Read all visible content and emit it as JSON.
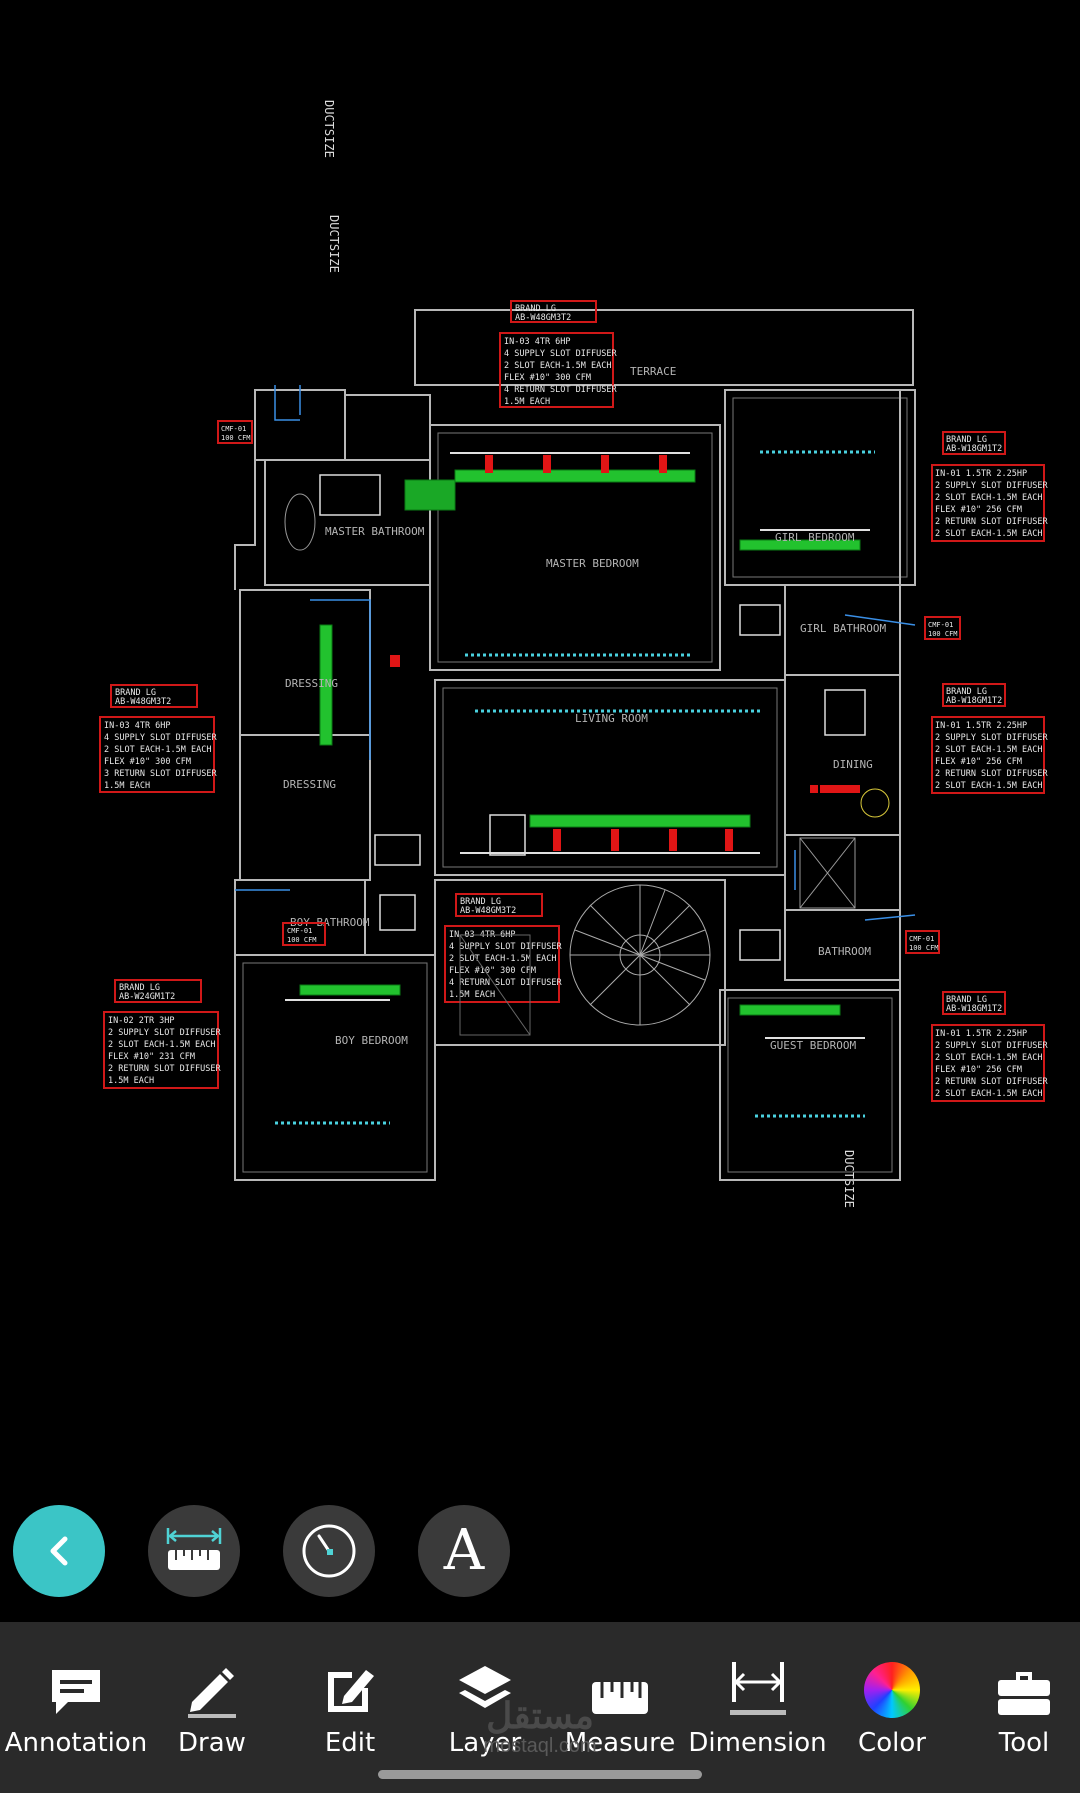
{
  "drawing": {
    "duct_label": "DUCTSIZE",
    "rooms": {
      "terrace": "TERRACE",
      "master_bathroom": "MASTER BATHROOM",
      "master_bedroom": "MASTER BEDROOM",
      "girl_bedroom": "GIRL BEDROOM",
      "girl_bathroom": "GIRL BATHROOM",
      "dressing_1": "DRESSING",
      "dressing_2": "DRESSING",
      "living_room": "LIVING ROOM",
      "dining": "DINING",
      "boy_bathroom": "BOY BATHROOM",
      "boy_bedroom": "BOY BEDROOM",
      "bathroom": "BATHROOM",
      "guest_bedroom": "GUEST BEDROOM"
    },
    "notes": {
      "top_brand": [
        "BRAND LG",
        "AB-W48GM3T2"
      ],
      "top_spec": [
        "IN-03 4TR 6HP",
        "4 SUPPLY SLOT DIFFUSER",
        "2 SLOT EACH-1.5M EACH",
        "FLEX #10\" 300 CFM",
        "4 RETURN SLOT DIFFUSER",
        "1.5M EACH"
      ],
      "right1_brand": [
        "BRAND LG",
        "AB-W18GM1T2"
      ],
      "right1_spec": [
        "IN-01 1.5TR 2.25HP",
        "2 SUPPLY SLOT DIFFUSER",
        "2 SLOT EACH-1.5M EACH",
        "FLEX #10\" 256 CFM",
        "2 RETURN SLOT DIFFUSER",
        "2 SLOT EACH-1.5M EACH"
      ],
      "right2_brand": [
        "BRAND LG",
        "AB-W18GM1T2"
      ],
      "right2_spec": [
        "IN-01 1.5TR 2.25HP",
        "2 SUPPLY SLOT DIFFUSER",
        "2 SLOT EACH-1.5M EACH",
        "FLEX #10\" 256 CFM",
        "2 RETURN SLOT DIFFUSER",
        "2 SLOT EACH-1.5M EACH"
      ],
      "right3_brand": [
        "BRAND LG",
        "AB-W18GM1T2"
      ],
      "right3_spec": [
        "IN-01 1.5TR 2.25HP",
        "2 SUPPLY SLOT DIFFUSER",
        "2 SLOT EACH-1.5M EACH",
        "FLEX #10\" 256 CFM",
        "2 RETURN SLOT DIFFUSER",
        "2 SLOT EACH-1.5M EACH"
      ],
      "left1_brand": [
        "BRAND LG",
        "AB-W48GM3T2"
      ],
      "left1_spec": [
        "IN-03 4TR 6HP",
        "4 SUPPLY SLOT DIFFUSER",
        "2 SLOT EACH-1.5M EACH",
        "FLEX #10\" 300 CFM",
        "3 RETURN SLOT DIFFUSER",
        "1.5M EACH"
      ],
      "left2_brand": [
        "BRAND LG",
        "AB-W24GM1T2"
      ],
      "left2_spec": [
        "IN-02 2TR 3HP",
        "2 SUPPLY SLOT DIFFUSER",
        "2 SLOT EACH-1.5M EACH",
        "FLEX #10\" 231 CFM",
        "2 RETURN SLOT DIFFUSER",
        "1.5M EACH"
      ],
      "center_brand": [
        "BRAND LG",
        "AB-W48GM3T2"
      ],
      "center_spec": [
        "IN-03 4TR 6HP",
        "4 SUPPLY SLOT DIFFUSER",
        "2 SLOT EACH-1.5M EACH",
        "FLEX #10\" 300 CFM",
        "4 RETURN SLOT DIFFUSER",
        "1.5M EACH"
      ],
      "cmf_1": [
        "CMF-01",
        "100 CFM"
      ],
      "cmf_2": [
        "CMF-01",
        "100 CFM"
      ],
      "cmf_3": [
        "CMF-01",
        "100 CFM"
      ],
      "cmf_4": [
        "CMF-01",
        "100 CFM"
      ]
    }
  },
  "floating_tools": {
    "back_icon": "chevron-left-icon",
    "measure_icon": "ruler-measure-icon",
    "angle_icon": "angle-icon",
    "text_glyph": "A"
  },
  "toolbar": {
    "items": [
      {
        "label": "Annotation",
        "icon": "annotation-icon"
      },
      {
        "label": "Draw",
        "icon": "pencil-icon"
      },
      {
        "label": "Edit",
        "icon": "edit-icon"
      },
      {
        "label": "Layer",
        "icon": "layers-icon"
      },
      {
        "label": "Measure",
        "icon": "ruler-icon"
      },
      {
        "label": "Dimension",
        "icon": "dimension-icon"
      },
      {
        "label": "Color",
        "icon": "color-wheel-icon"
      },
      {
        "label": "Tool",
        "icon": "toolbox-icon"
      }
    ]
  },
  "watermark": {
    "arabic": "مستقل",
    "latin": "mostaql.com"
  },
  "colors": {
    "accent": "#3bc5c6",
    "toolbar_bg": "#2a2a2a",
    "fab_bg": "#3a3a3a",
    "wall": "#b8b8b8",
    "duct": "#22c22e",
    "note_border": "#d01818"
  }
}
